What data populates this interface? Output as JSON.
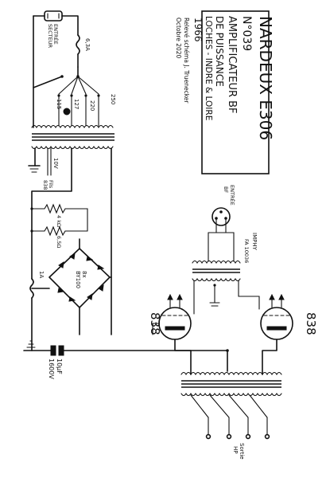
{
  "title_block": {
    "line1": "NARDEUX E306",
    "line2": "N°039",
    "line3": "AMPLIFICATEUR BF",
    "line4": "DE PUISSANCE",
    "line5": "LOCHES - INDRE & LOIRE",
    "line6": "1966",
    "credit1": "Relevé schéma J. Truenecker",
    "credit2": "Octobre 2020"
  },
  "mains": {
    "inlet_line1": "ENTRÉE",
    "inlet_line2": "SECTEUR",
    "fuse_label": "6,3A",
    "tap_115": "115",
    "tap_127": "127",
    "tap_220": "220",
    "tap_250": "250"
  },
  "supply": {
    "heater_label": "10V",
    "heater_tube_prefix": "Fils",
    "heater_tube_type": "838",
    "resistor1": "4 kΩ",
    "resistor2": "6,5Ω",
    "fuse2": "1A",
    "bridge_line1": "8x",
    "bridge_line2": "BY100",
    "capacitor_value": "10µF",
    "capacitor_voltage": "1600V"
  },
  "input": {
    "label_line1": "ENTRÉE",
    "label_line2": "BF",
    "transformer_brand": "IMPHY",
    "transformer_ref": "FA 10036"
  },
  "tubes": {
    "left": "838",
    "right": "838"
  },
  "output": {
    "label_line1": "Sortie",
    "label_line2": "HP"
  }
}
